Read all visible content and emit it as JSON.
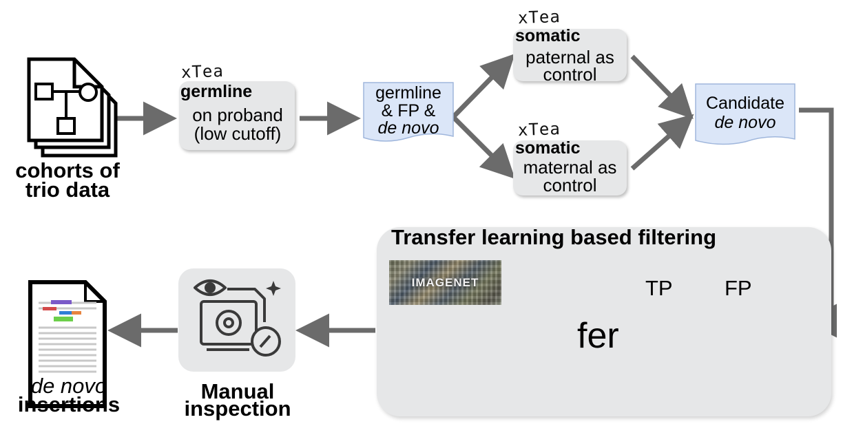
{
  "colors": {
    "box_fill": "#e6e7e8",
    "doc_fill": "#dbe6f8",
    "arrow": "#6b6b6b",
    "xfer_orange": "#f5a623"
  },
  "icons": [
    "documents-stack-icon",
    "pedigree-icon",
    "document-reads-icon",
    "manual-inspection-icon",
    "brain-circuit-icon",
    "neural-network-icon",
    "xfer-logo-icon"
  ],
  "input": {
    "label_line1": "cohorts of",
    "label_line2": "trio data"
  },
  "germline_step": {
    "tool": "xTea",
    "mode": "germline",
    "line1": "on proband",
    "line2": "(low cutoff)"
  },
  "germline_doc": {
    "line1": "germline",
    "line2": "& FP &",
    "line3": "de novo"
  },
  "somatic_paternal": {
    "tool": "xTea",
    "mode": "somatic",
    "line1": "paternal as",
    "line2": "control"
  },
  "somatic_maternal": {
    "tool": "xTea",
    "mode": "somatic",
    "line1": "maternal as",
    "line2": "control"
  },
  "candidate": {
    "line1": "Candidate",
    "line2": "de novo"
  },
  "filter_panel": {
    "title": "Transfer learning based filtering",
    "imagenet_label": "IMAGENET",
    "xfer_label": "fer",
    "tp_label": "TP",
    "fp_label": "FP"
  },
  "manual": {
    "line1": "Manual",
    "line2": "inspection"
  },
  "output": {
    "line1": "de novo",
    "line2": "insertions"
  }
}
